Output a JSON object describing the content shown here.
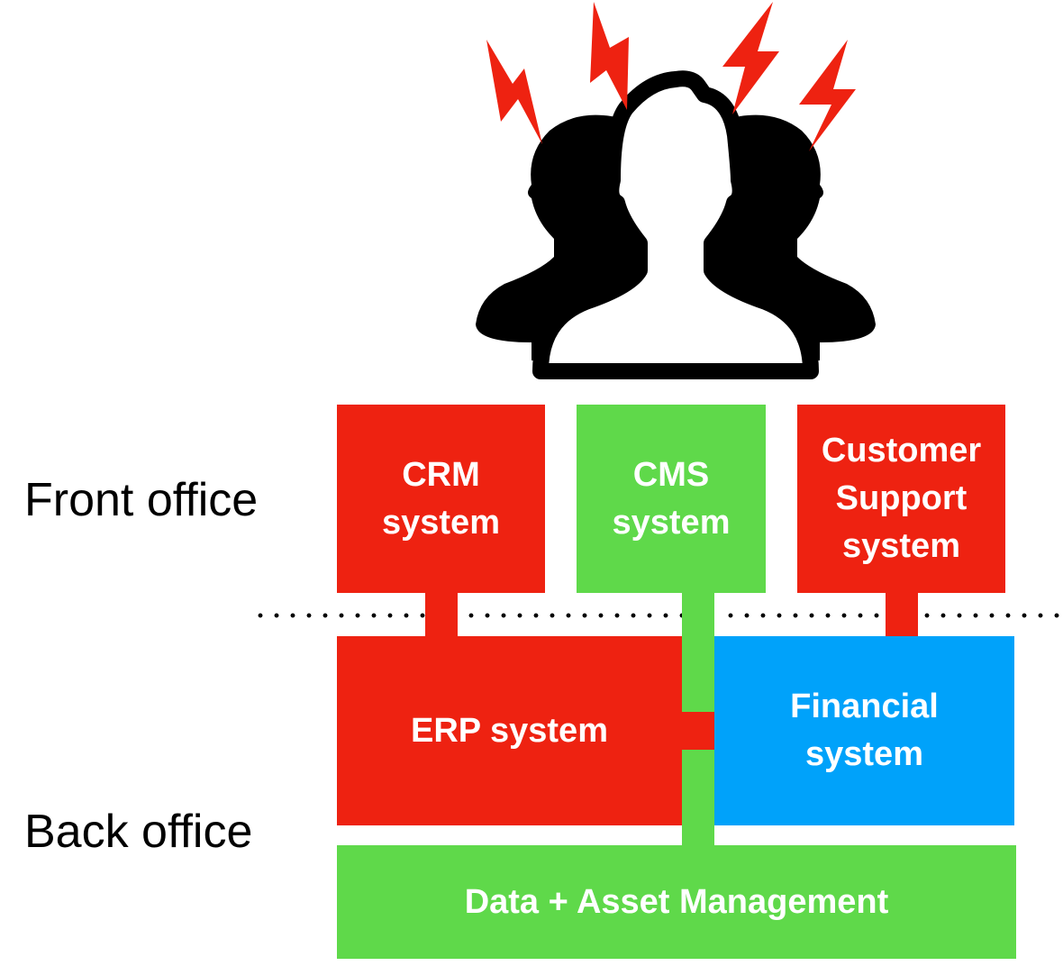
{
  "labels": {
    "front_office": "Front office",
    "back_office": "Back office"
  },
  "systems": {
    "crm": "CRM\nsystem",
    "cms": "CMS\nsystem",
    "customer_support": "Customer\nSupport\nsystem",
    "erp": "ERP system",
    "financial": "Financial\nsystem",
    "data_asset": "Data + Asset Management"
  },
  "colors": {
    "red": "#ee2211",
    "green": "#5fd94a",
    "blue": "#00a2fa",
    "black": "#000000"
  },
  "icons": {
    "header": "stressed-users-icon"
  }
}
